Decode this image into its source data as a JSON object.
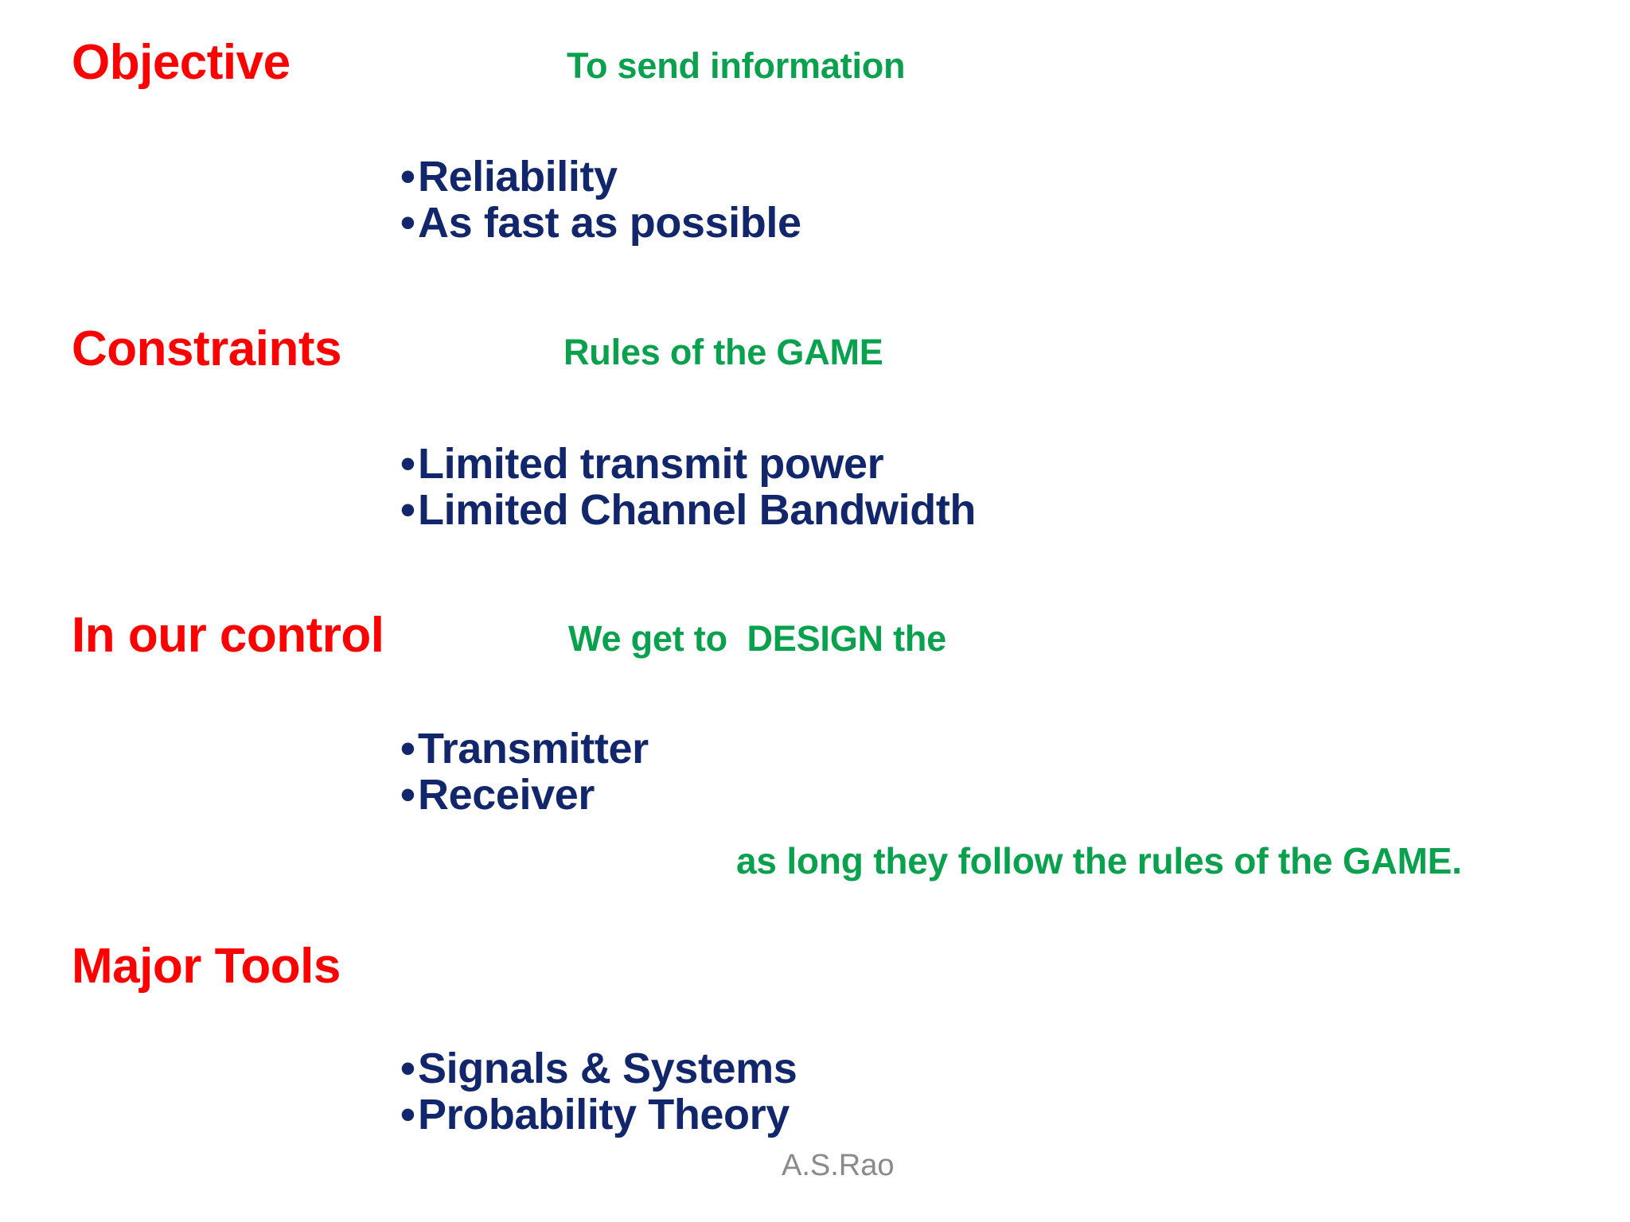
{
  "slide": {
    "background_color": "#ffffff",
    "colors": {
      "heading_red": "#fe0000",
      "annotation_green": "#0aa14e",
      "bullet_navy": "#12276b",
      "signature_gray": "#8a8a8a"
    },
    "sections": [
      {
        "heading": "Objective",
        "annotation": "To send information",
        "bullets": [
          "Reliability",
          "As fast as possible"
        ]
      },
      {
        "heading": "Constraints",
        "annotation": "Rules of the GAME",
        "bullets": [
          "Limited transmit power",
          "Limited Channel Bandwidth"
        ]
      },
      {
        "heading": "In our control",
        "annotation": "We get to  DESIGN the",
        "bullets": [
          "Transmitter",
          "Receiver"
        ],
        "footnote": "as long they follow the rules of the GAME."
      },
      {
        "heading": "Major Tools",
        "annotation": "",
        "bullets": [
          "Signals & Systems",
          "Probability Theory"
        ]
      }
    ],
    "bullet_glyph": "•",
    "signature": "A.S.Rao"
  }
}
